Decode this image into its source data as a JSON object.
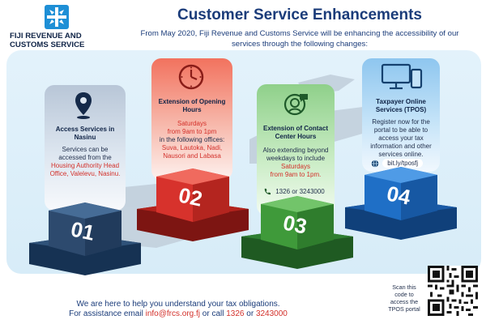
{
  "org": {
    "line1": "FIJI REVENUE AND",
    "line2": "CUSTOMS SERVICE"
  },
  "header": {
    "title": "Customer Service Enhancements",
    "subtitle_line1": "From May 2020, Fiji Revenue and Customs Service will be enhancing the accessibility of our",
    "subtitle_line2": "services through the following changes:"
  },
  "pillars": [
    {
      "number": "01",
      "icon": "location-pin-icon",
      "title_line1": "Access Services in",
      "title_line2": "Nasinu",
      "text_lines": [
        "Services can be",
        "accessed from the"
      ],
      "highlight_lines": [
        "Housing Authority Head",
        "Office, Valelevu, Nasinu."
      ],
      "color": "#2d4a6e"
    },
    {
      "number": "02",
      "icon": "clock-icon",
      "title_line1": "Extension of Opening",
      "title_line2": "Hours",
      "highlight_lines": [
        "Saturdays",
        "from 9am to 1pm"
      ],
      "text_lines": [
        "in the following offices:"
      ],
      "offices_lines": [
        "Suva, Lautoka, Nadi,",
        "Nausori and Labasa"
      ],
      "color": "#d7322c"
    },
    {
      "number": "03",
      "icon": "call-center-icon",
      "title_line1": "Extension of Contact",
      "title_line2": "Center Hours",
      "text_lines": [
        "Also extending  beyond",
        "weekdays to include"
      ],
      "highlight_lines": [
        "Saturdays",
        "from 9am to 1pm."
      ],
      "phone": "1326 or 3243000",
      "color": "#3f9a3a"
    },
    {
      "number": "04",
      "icon": "computer-phone-icon",
      "title_line1": "Taxpayer Online",
      "title_line2": "Services (TPOS)",
      "text_lines": [
        "Register now for the",
        "portal to be able to",
        "access your tax",
        "information and other",
        "services online."
      ],
      "link": "bit.ly/tposfj",
      "color": "#1f6fc6"
    }
  ],
  "footer": {
    "line1": "We are here to help you understand your tax obligations.",
    "line2_prefix": "For assistance email ",
    "email": "info@frcs.org.fj",
    "line2_mid": " or call ",
    "phone1": "1326",
    "line2_or": " or ",
    "phone2": "3243000"
  },
  "qr": {
    "caption_lines": [
      "Scan this",
      "code to",
      "access the",
      "TPOS portal"
    ]
  },
  "colors": {
    "navy": "#1b3c7a",
    "red": "#d3302a",
    "band": "#dcedf8"
  }
}
